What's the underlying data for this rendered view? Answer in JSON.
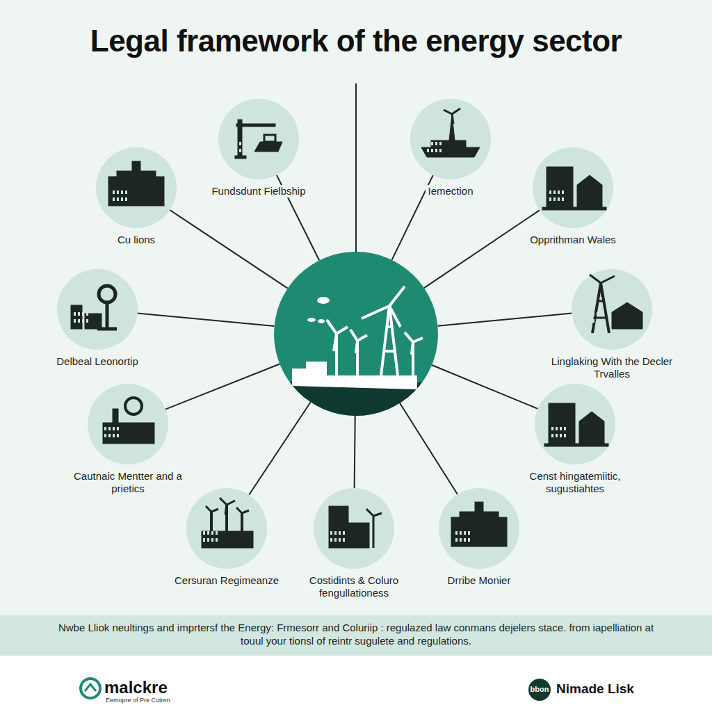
{
  "diagram": {
    "title": "Legal framework of the energy sector",
    "caption": "Nwbe Lliok neultings and imprtersf the Energy: Frmesorr and Coluriip : regulazed law conmans dejelers stace. from iapelliation at touul your tionsl of reintr sugulete and regulations.",
    "nodes": [
      {
        "text": [
          "Fundsdunt Fielbship"
        ]
      },
      {
        "text": [
          "Iemection"
        ]
      },
      {
        "text": [
          "Cu lions"
        ]
      },
      {
        "text": [
          "Opprithman Wales"
        ]
      },
      {
        "text": [
          "Delbeal Leonortip"
        ]
      },
      {
        "text": [
          "Linglaking With the Decler Trvalles"
        ]
      },
      {
        "text": [
          "Cautnaic Mentter and a prietics"
        ]
      },
      {
        "text": [
          "Censt hingatemiitic, sugustiahtes"
        ]
      },
      {
        "text": [
          "Cersuran Regimeanze"
        ]
      },
      {
        "text": [
          "Costidints & Coluro fengullationess"
        ]
      },
      {
        "text": [
          "Drribe Monier"
        ]
      }
    ],
    "labels": [
      "malckre",
      "Eemopre of Pre Cotren",
      "bbon",
      "Nimade Lisk"
    ]
  }
}
